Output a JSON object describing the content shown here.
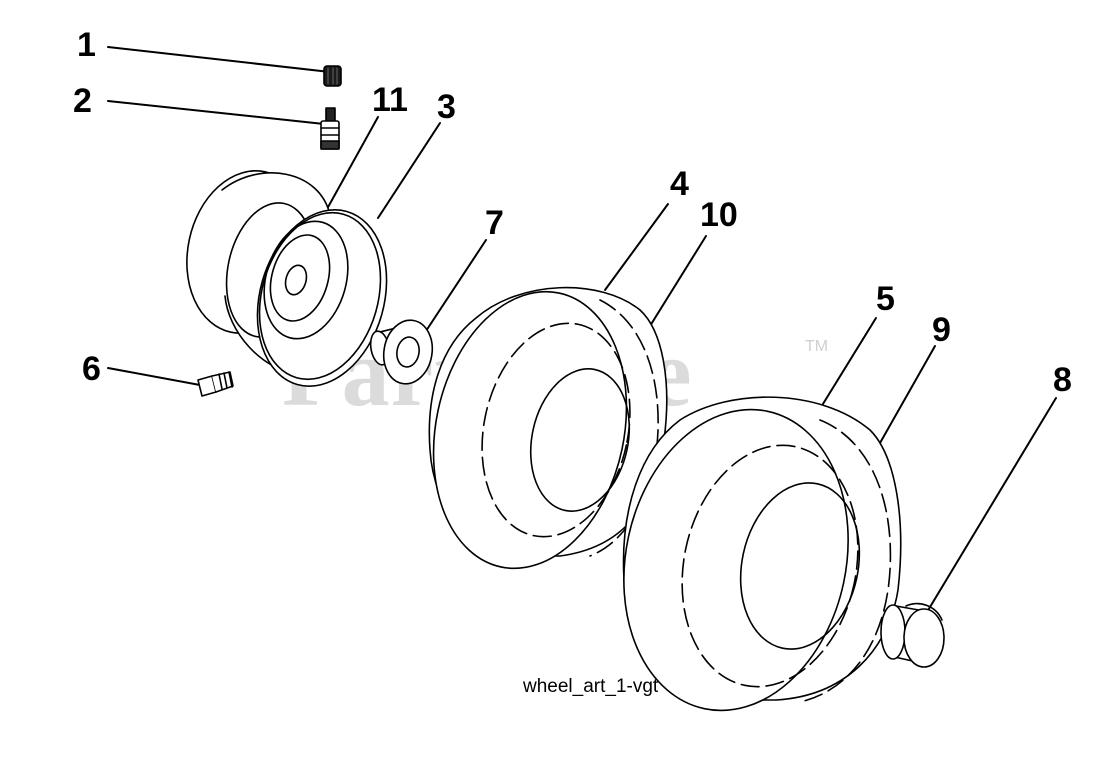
{
  "diagram": {
    "caption": "wheel_art_1-vgt",
    "watermark": "PartsTree",
    "trademark": "TM",
    "callouts": {
      "c1": "1",
      "c2": "2",
      "c3": "3",
      "c4": "4",
      "c5": "5",
      "c6": "6",
      "c7": "7",
      "c8": "8",
      "c9": "9",
      "c10": "10",
      "c11": "11"
    }
  }
}
